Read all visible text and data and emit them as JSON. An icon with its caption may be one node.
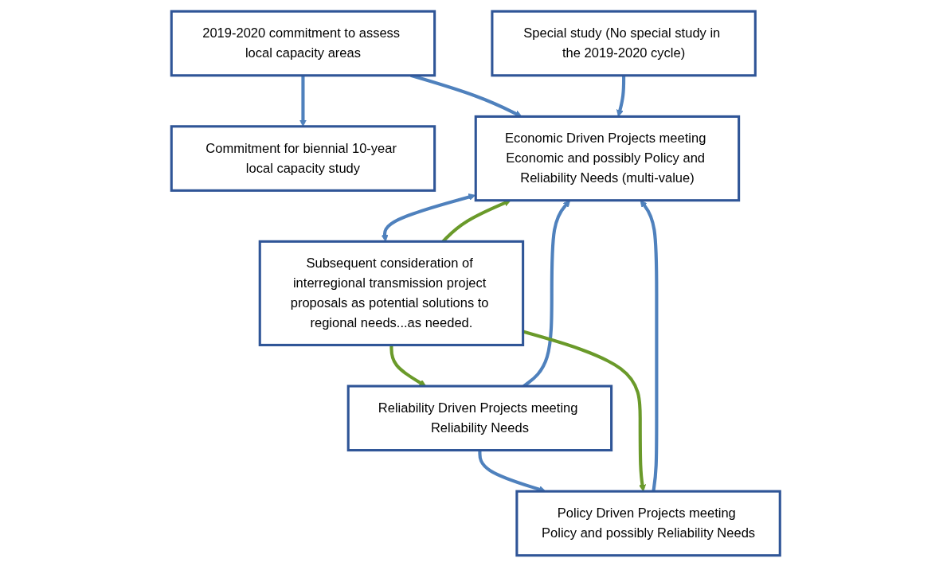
{
  "diagram": {
    "nodes": [
      {
        "text": [
          "Reliability Driven Projects meeting Reliability Needs"
        ]
      },
      {
        "text": [
          "Policy Driven Projects meeting Policy and possibly Reliability Needs"
        ]
      },
      {
        "text": [
          "Economic Driven Projects meeting Economic and possibly Policy and Reliability Needs (multi-value)"
        ]
      },
      {
        "text": [
          "Commitment for biennial 10-year local capacity study"
        ]
      },
      {
        "text": [
          "Special study (No special study in the 2019-2020 cycle)"
        ]
      },
      {
        "text": [
          "2019-2020 commitment to assess local capacity areas"
        ]
      },
      {
        "text": [
          "Subsequent consideration of interregional transmission project proposals as potential solutions to regional needs...as needed."
        ]
      }
    ],
    "edges": [
      {
        "from": 0,
        "to": 1,
        "arrow": "to"
      },
      {
        "from": 1,
        "to": 2,
        "arrow": "to"
      },
      {
        "from": 0,
        "to": 2,
        "arrow": "to"
      },
      {
        "from": 5,
        "to": 3,
        "arrow": "to"
      },
      {
        "from": 5,
        "to": 2,
        "arrow": "to"
      },
      {
        "from": 4,
        "to": 2,
        "arrow": "to"
      },
      {
        "from": 2,
        "to": 6,
        "arrow": "both"
      },
      {
        "from": 6,
        "to": 0,
        "arrow": "to",
        "color": "#6a9a2a"
      },
      {
        "from": 6,
        "to": 1,
        "arrow": "to",
        "color": "#6a9a2a"
      },
      {
        "from": 6,
        "to": 2,
        "arrow": "to",
        "color": "#6a9a2a"
      }
    ]
  }
}
